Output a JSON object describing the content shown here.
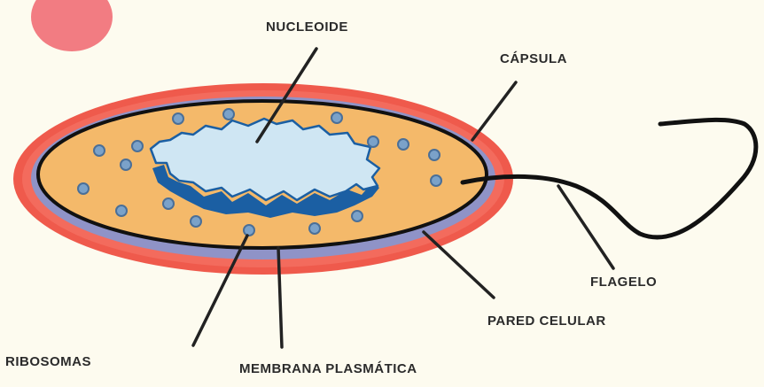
{
  "labels": {
    "nucleoide": "NUCLEOIDE",
    "capsula": "CÁPSULA",
    "flagelo": "FLAGELO",
    "pared_celular": "PARED CELULAR",
    "ribosomas": "RIBOSOMAS",
    "membrana_plasmatica": "MEMBRANA PLASMÁTICA"
  },
  "colors": {
    "background": "#fdfbef",
    "capsule": "#ef5a4c",
    "cell_wall": "#8f93c7",
    "cytoplasm": "#f4b96a",
    "nucleoid_fill": "#cfe6f3",
    "nucleoid_dark": "#1b5fa3",
    "ribosome": "#7ba2c9",
    "outline": "#111111",
    "decorative_dot": "#f27c82"
  }
}
